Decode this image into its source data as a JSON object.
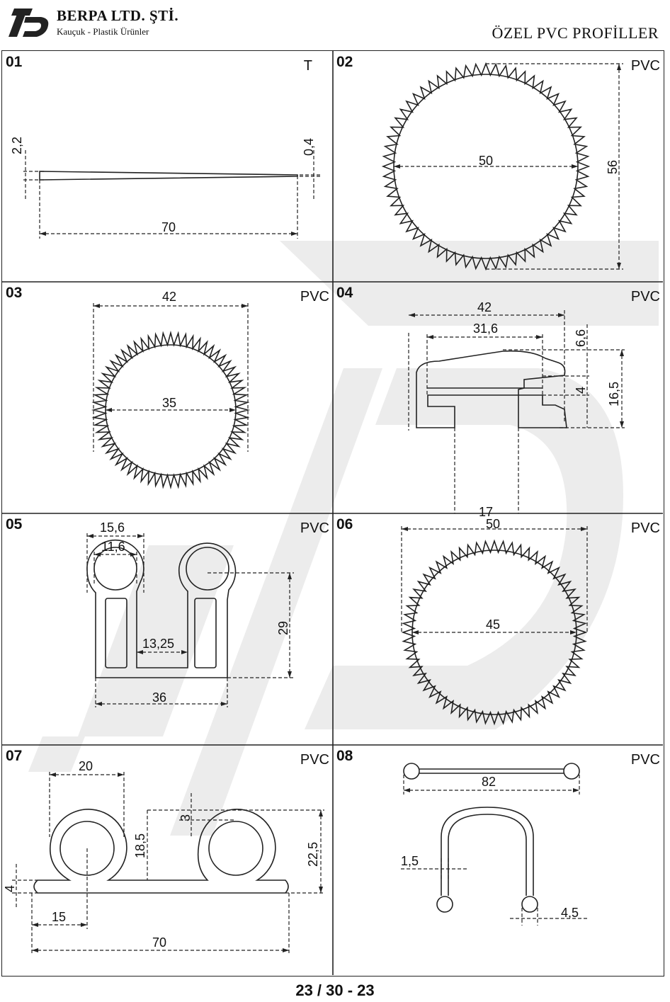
{
  "header": {
    "company_name": "BERPA LTD. ŞTİ.",
    "company_subtitle": "Kauçuk - Plastik Ürünler",
    "document_title": "ÖZEL PVC PROFİLLER"
  },
  "profiles": [
    {
      "number": "01",
      "material": "T",
      "dimensions": [
        "2,2",
        "0,4",
        "70"
      ]
    },
    {
      "number": "02",
      "material": "PVC",
      "dimensions": [
        "50",
        "56"
      ]
    },
    {
      "number": "03",
      "material": "PVC",
      "dimensions": [
        "42",
        "35"
      ]
    },
    {
      "number": "04",
      "material": "PVC",
      "dimensions": [
        "42",
        "31,6",
        "6,6",
        "4",
        "16,5",
        "17"
      ]
    },
    {
      "number": "05",
      "material": "PVC",
      "dimensions": [
        "15,6",
        "11,6",
        "29",
        "13,25",
        "36"
      ]
    },
    {
      "number": "06",
      "material": "PVC",
      "dimensions": [
        "50",
        "45"
      ]
    },
    {
      "number": "07",
      "material": "PVC",
      "dimensions": [
        "20",
        "3",
        "18,5",
        "22,5",
        "4",
        "15",
        "70"
      ]
    },
    {
      "number": "08",
      "material": "PVC",
      "dimensions": [
        "82",
        "1,5",
        "4,5"
      ]
    }
  ],
  "footer": {
    "page_code": "23 / 30 - 23"
  },
  "colors": {
    "line": "#222222",
    "watermark": "#ebebeb"
  }
}
